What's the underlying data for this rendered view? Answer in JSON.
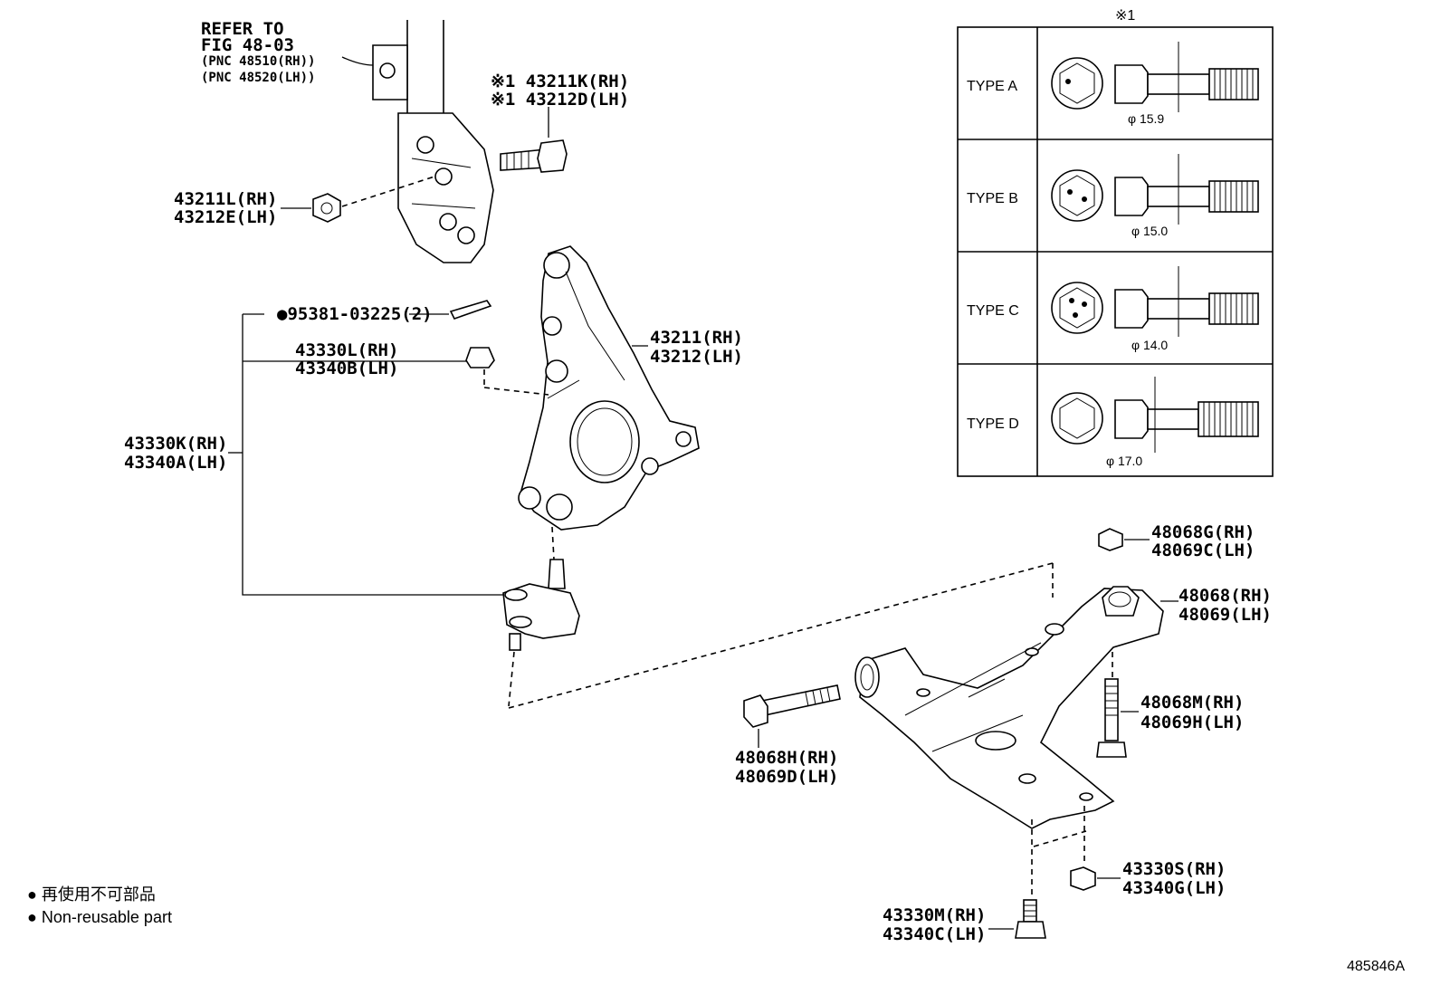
{
  "refer": {
    "line1": "REFER TO",
    "line2": "FIG 48-03",
    "line3": "(PNC 48510(RH))",
    "line4": "(PNC 48520(LH))"
  },
  "parts": {
    "bolt_top_rh": "※1 43211K(RH)",
    "bolt_top_lh": "※1 43212D(LH)",
    "nut_strut_rh": "43211L(RH)",
    "nut_strut_lh": "43212E(LH)",
    "cotter_pin": "●95381-03225(2)",
    "nut_ball_rh": "43330L(RH)",
    "nut_ball_lh": "43340B(LH)",
    "knuckle_rh": "43211(RH)",
    "knuckle_lh": "43212(LH)",
    "ball_joint_rh": "43330K(RH)",
    "ball_joint_lh": "43340A(LH)",
    "nut_arm_rh": "48068G(RH)",
    "nut_arm_lh": "48069C(LH)",
    "arm_rh": "48068(RH)",
    "arm_lh": "48069(LH)",
    "bolt_rear_rh": "48068M(RH)",
    "bolt_rear_lh": "48069H(LH)",
    "bolt_front_rh": "48068H(RH)",
    "bolt_front_lh": "48069D(LH)",
    "nut_bj_rh": "43330S(RH)",
    "nut_bj_lh": "43340G(LH)",
    "bolt_bj_rh": "43330M(RH)",
    "bolt_bj_lh": "43340C(LH)"
  },
  "table": {
    "header": "※1",
    "rows": [
      {
        "type": "TYPE A",
        "dia": "φ 15.9"
      },
      {
        "type": "TYPE B",
        "dia": "φ 15.0"
      },
      {
        "type": "TYPE C",
        "dia": "φ 14.0"
      },
      {
        "type": "TYPE D",
        "dia": "φ 17.0"
      }
    ]
  },
  "legend": {
    "jp": "● 再使用不可部品",
    "en": "● Non-reusable part"
  },
  "figure_id": "485846A"
}
